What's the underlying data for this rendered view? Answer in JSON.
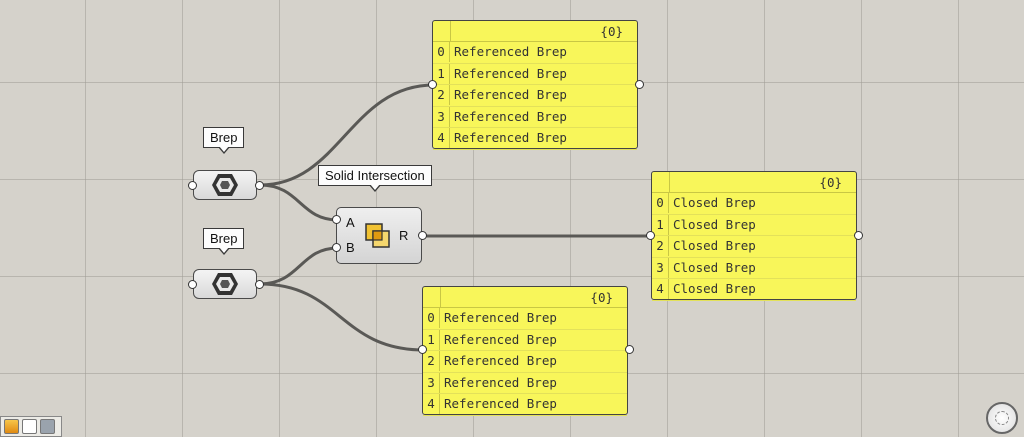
{
  "canvas": {
    "background": "#d5d2cb",
    "panel_color": "#f8f65a"
  },
  "params": [
    {
      "label": "Brep",
      "icon": "brep-hexagon-icon"
    },
    {
      "label": "Brep",
      "icon": "brep-hexagon-icon"
    }
  ],
  "component": {
    "name": "Solid Intersection",
    "inputs": [
      "A",
      "B"
    ],
    "output": "R",
    "icon": "solid-intersection-icon"
  },
  "panels": {
    "top": {
      "path": "{0}",
      "rows": [
        {
          "idx": "0",
          "text": "Referenced Brep"
        },
        {
          "idx": "1",
          "text": "Referenced Brep"
        },
        {
          "idx": "2",
          "text": "Referenced Brep"
        },
        {
          "idx": "3",
          "text": "Referenced Brep"
        },
        {
          "idx": "4",
          "text": "Referenced Brep"
        }
      ]
    },
    "result": {
      "path": "{0}",
      "rows": [
        {
          "idx": "0",
          "text": "Closed Brep"
        },
        {
          "idx": "1",
          "text": "Closed Brep"
        },
        {
          "idx": "2",
          "text": "Closed Brep"
        },
        {
          "idx": "3",
          "text": "Closed Brep"
        },
        {
          "idx": "4",
          "text": "Closed Brep"
        }
      ]
    },
    "bottom": {
      "path": "{0}",
      "rows": [
        {
          "idx": "0",
          "text": "Referenced Brep"
        },
        {
          "idx": "1",
          "text": "Referenced Brep"
        },
        {
          "idx": "2",
          "text": "Referenced Brep"
        },
        {
          "idx": "3",
          "text": "Referenced Brep"
        },
        {
          "idx": "4",
          "text": "Referenced Brep"
        }
      ]
    }
  }
}
